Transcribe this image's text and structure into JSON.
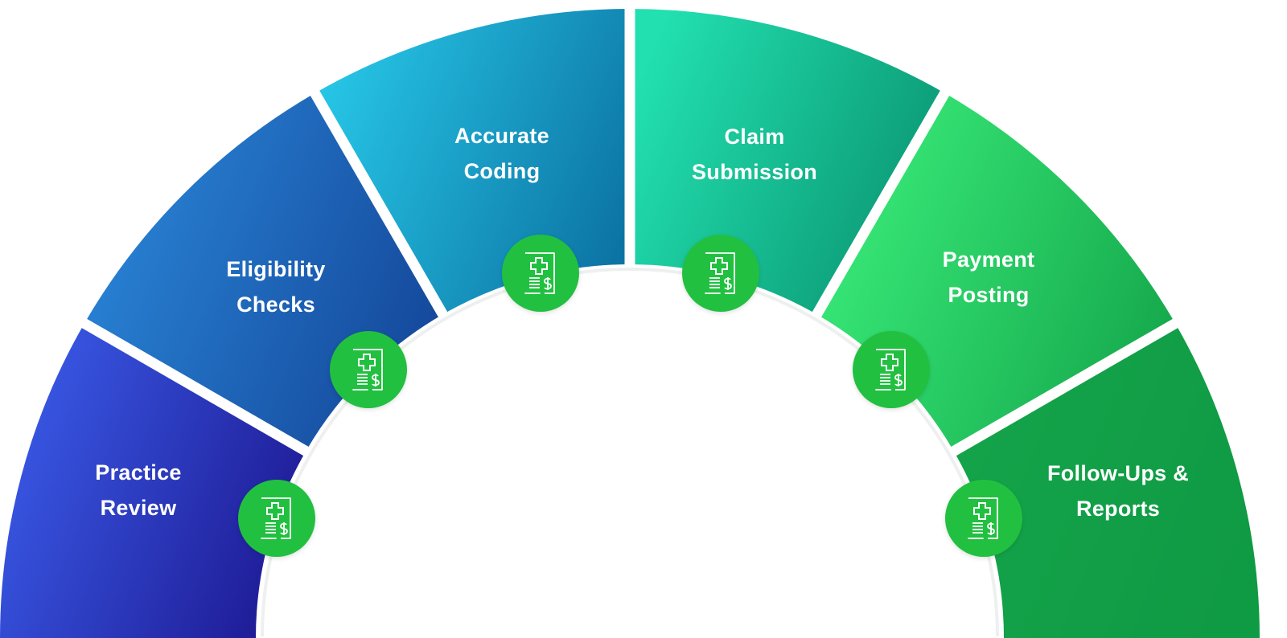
{
  "colors": {
    "icon_bg": "#22c040",
    "icon_stroke": "#ffffff",
    "gap": "#ffffff"
  },
  "steps": [
    {
      "label_line1": "Practice",
      "label_line2": "Review",
      "gradient": [
        "#3a5be8",
        "#1e1a94"
      ],
      "icon": "medical-bill-icon"
    },
    {
      "label_line1": "Eligibility",
      "label_line2": "Checks",
      "gradient": [
        "#2a86d8",
        "#14479a"
      ],
      "icon": "medical-bill-icon"
    },
    {
      "label_line1": "Accurate",
      "label_line2": "Coding",
      "gradient": [
        "#27c6e6",
        "#0c74a4"
      ],
      "icon": "medical-bill-icon"
    },
    {
      "label_line1": "Claim",
      "label_line2": "Submission",
      "gradient": [
        "#22e0b0",
        "#0a9470"
      ],
      "icon": "medical-bill-icon"
    },
    {
      "label_line1": "Payment",
      "label_line2": "Posting",
      "gradient": [
        "#3aec7a",
        "#15a84c"
      ],
      "icon": "medical-bill-icon"
    },
    {
      "label_line1": "Follow-Ups &",
      "label_line2": "Reports",
      "gradient": [
        "#14a44a",
        "#0f9a44"
      ],
      "icon": "medical-bill-icon"
    }
  ]
}
